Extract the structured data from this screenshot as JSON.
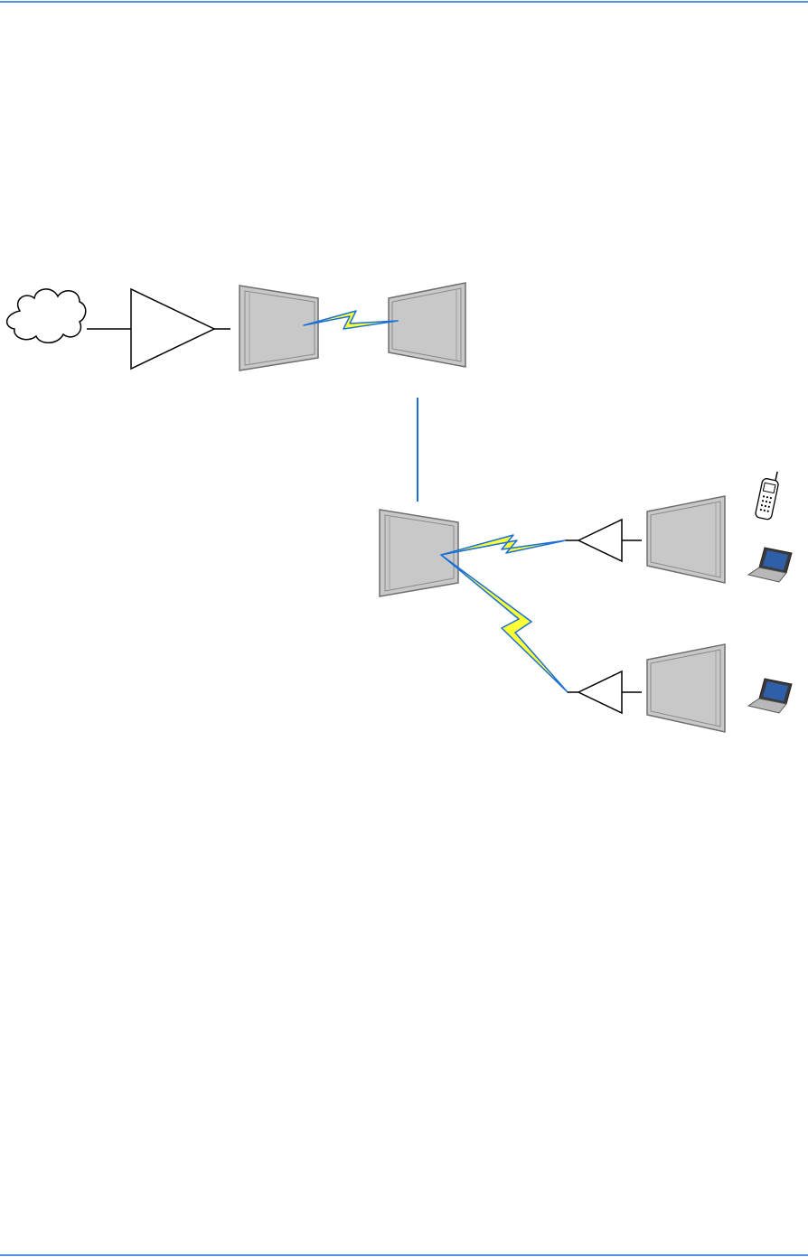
{
  "diagram": {
    "nodes": [
      {
        "id": "network-cloud",
        "icon": "cloud-icon"
      },
      {
        "id": "amplifier-main",
        "icon": "triangle-amplifier-icon"
      },
      {
        "id": "antenna-panel-1",
        "icon": "panel-antenna-icon"
      },
      {
        "id": "antenna-panel-2",
        "icon": "panel-antenna-icon"
      },
      {
        "id": "antenna-panel-3",
        "icon": "panel-antenna-icon"
      },
      {
        "id": "amplifier-upper",
        "icon": "triangle-amplifier-icon"
      },
      {
        "id": "antenna-panel-upper",
        "icon": "panel-antenna-icon"
      },
      {
        "id": "amplifier-lower",
        "icon": "triangle-amplifier-icon"
      },
      {
        "id": "antenna-panel-lower",
        "icon": "panel-antenna-icon"
      },
      {
        "id": "mobile-phone",
        "icon": "mobile-phone-icon"
      },
      {
        "id": "laptop-upper",
        "icon": "laptop-icon"
      },
      {
        "id": "laptop-lower",
        "icon": "laptop-icon"
      }
    ],
    "links": [
      {
        "from": "network-cloud",
        "to": "amplifier-main",
        "type": "wired"
      },
      {
        "from": "amplifier-main",
        "to": "antenna-panel-1",
        "type": "wired"
      },
      {
        "from": "antenna-panel-1",
        "to": "antenna-panel-2",
        "type": "wireless"
      },
      {
        "from": "antenna-panel-2",
        "to": "antenna-panel-3",
        "type": "wired"
      },
      {
        "from": "antenna-panel-3",
        "to": "amplifier-upper",
        "type": "wireless"
      },
      {
        "from": "antenna-panel-3",
        "to": "amplifier-lower",
        "type": "wireless"
      },
      {
        "from": "amplifier-upper",
        "to": "antenna-panel-upper",
        "type": "wired"
      },
      {
        "from": "amplifier-lower",
        "to": "antenna-panel-lower",
        "type": "wired"
      }
    ]
  },
  "colors": {
    "rule": "#1a6fd8",
    "bolt_fill": "#ffff33",
    "bolt_stroke": "#1a6fd8",
    "panel_fill": "#c8c8c8",
    "panel_stroke": "#6e6e6e",
    "line": "#000000",
    "link_blue": "#1a6fd8"
  }
}
